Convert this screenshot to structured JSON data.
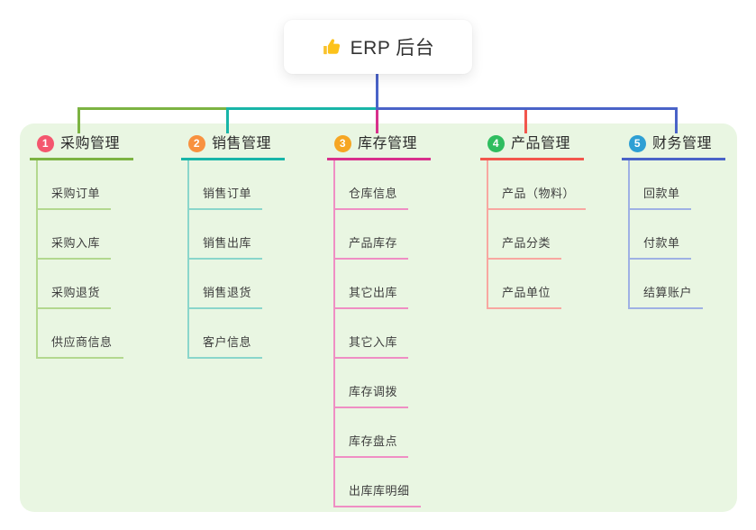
{
  "root": {
    "label": "ERP 后台",
    "icon": "thumbs-up",
    "line_color": "#4a63c8"
  },
  "panel": {
    "background": "#e9f6e2"
  },
  "branches": [
    {
      "num": "1",
      "label": "采购管理",
      "badge_color": "#f4566e",
      "line_color": "#7cb342",
      "child_line_color": "#b3d88f",
      "children": [
        "采购订单",
        "采购入库",
        "采购退货",
        "供应商信息"
      ]
    },
    {
      "num": "2",
      "label": "销售管理",
      "badge_color": "#f8913f",
      "line_color": "#18b5a8",
      "child_line_color": "#8ad6cb",
      "children": [
        "销售订单",
        "销售出库",
        "销售退货",
        "客户信息"
      ]
    },
    {
      "num": "3",
      "label": "库存管理",
      "badge_color": "#f6a623",
      "line_color": "#d8308c",
      "child_line_color": "#ef8ec4",
      "children": [
        "仓库信息",
        "产品库存",
        "其它出库",
        "其它入库",
        "库存调拨",
        "库存盘点",
        "出库库明细"
      ]
    },
    {
      "num": "4",
      "label": "产品管理",
      "badge_color": "#2fbd5f",
      "line_color": "#f2564d",
      "child_line_color": "#f8a7a1",
      "children": [
        "产品（物料）",
        "产品分类",
        "产品单位"
      ]
    },
    {
      "num": "5",
      "label": "财务管理",
      "badge_color": "#2e9fd4",
      "line_color": "#4a63c8",
      "child_line_color": "#9fb1e4",
      "children": [
        "回款单",
        "付款单",
        "结算账户"
      ]
    }
  ]
}
